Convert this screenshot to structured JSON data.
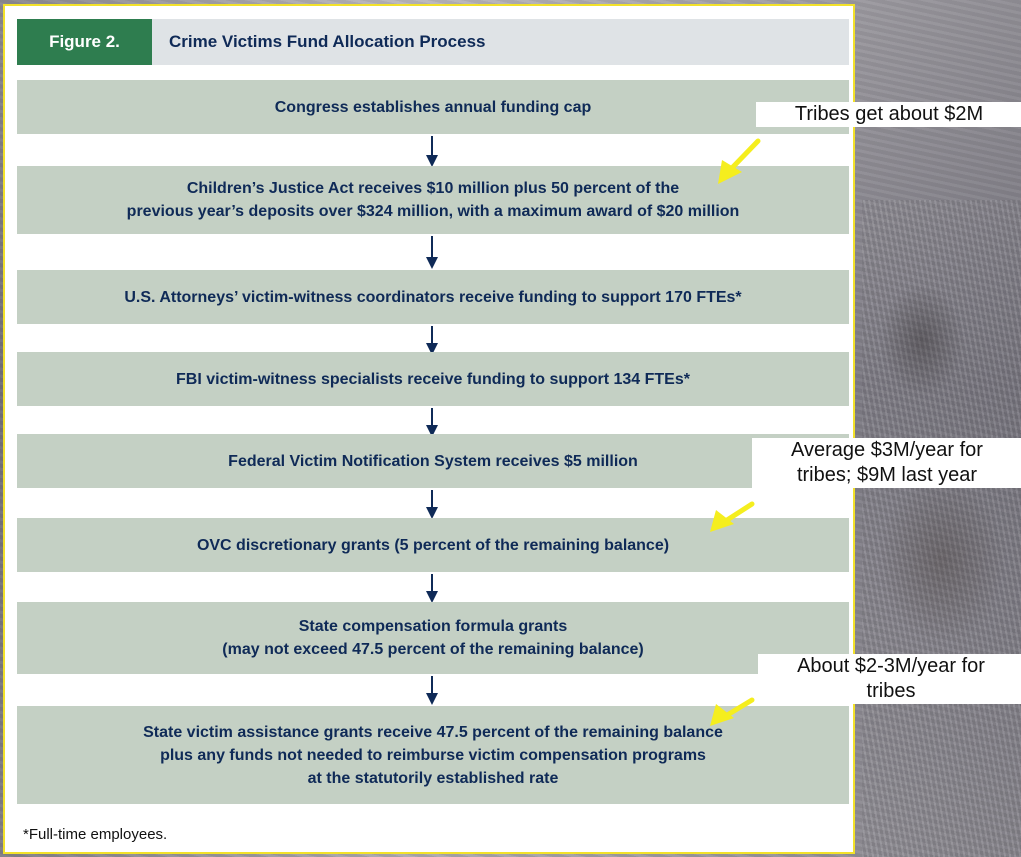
{
  "figure": {
    "label": "Figure 2.",
    "title": "Crime Victims Fund Allocation Process"
  },
  "steps": [
    {
      "lines": [
        "Congress establishes annual funding cap"
      ]
    },
    {
      "lines": [
        "Children’s Justice Act receives $10 million plus 50 percent of the",
        "previous year’s deposits over $324 million, with a maximum award of $20 million"
      ]
    },
    {
      "lines": [
        "U.S. Attorneys’ victim-witness coordinators receive funding to support 170 FTEs*"
      ]
    },
    {
      "lines": [
        "FBI victim-witness specialists receive funding to support 134 FTEs*"
      ]
    },
    {
      "lines": [
        "Federal Victim Notification System receives $5 million"
      ]
    },
    {
      "lines": [
        "OVC discretionary grants (5 percent of the remaining balance)"
      ]
    },
    {
      "lines": [
        "State compensation formula grants",
        "(may not exceed 47.5 percent of the remaining balance)"
      ]
    },
    {
      "lines": [
        "State victim assistance grants receive 47.5 percent of the remaining balance",
        "plus any funds not needed to reimburse victim compensation programs",
        "at the statutorily established rate"
      ]
    }
  ],
  "footnote": "*Full-time employees.",
  "annotations": [
    {
      "lines": [
        "Tribes get about $2M"
      ]
    },
    {
      "lines": [
        "Average $3M/year for",
        "tribes; $9M last year"
      ]
    },
    {
      "lines": [
        "About $2-3M/year for",
        "tribes"
      ]
    }
  ],
  "colors": {
    "box": "#c4d0c4",
    "text": "#0f2a57",
    "figure_label_bg": "#2e7d4f",
    "panel_border": "#f2e12a",
    "pointer_arrow": "#f5ee1e"
  }
}
